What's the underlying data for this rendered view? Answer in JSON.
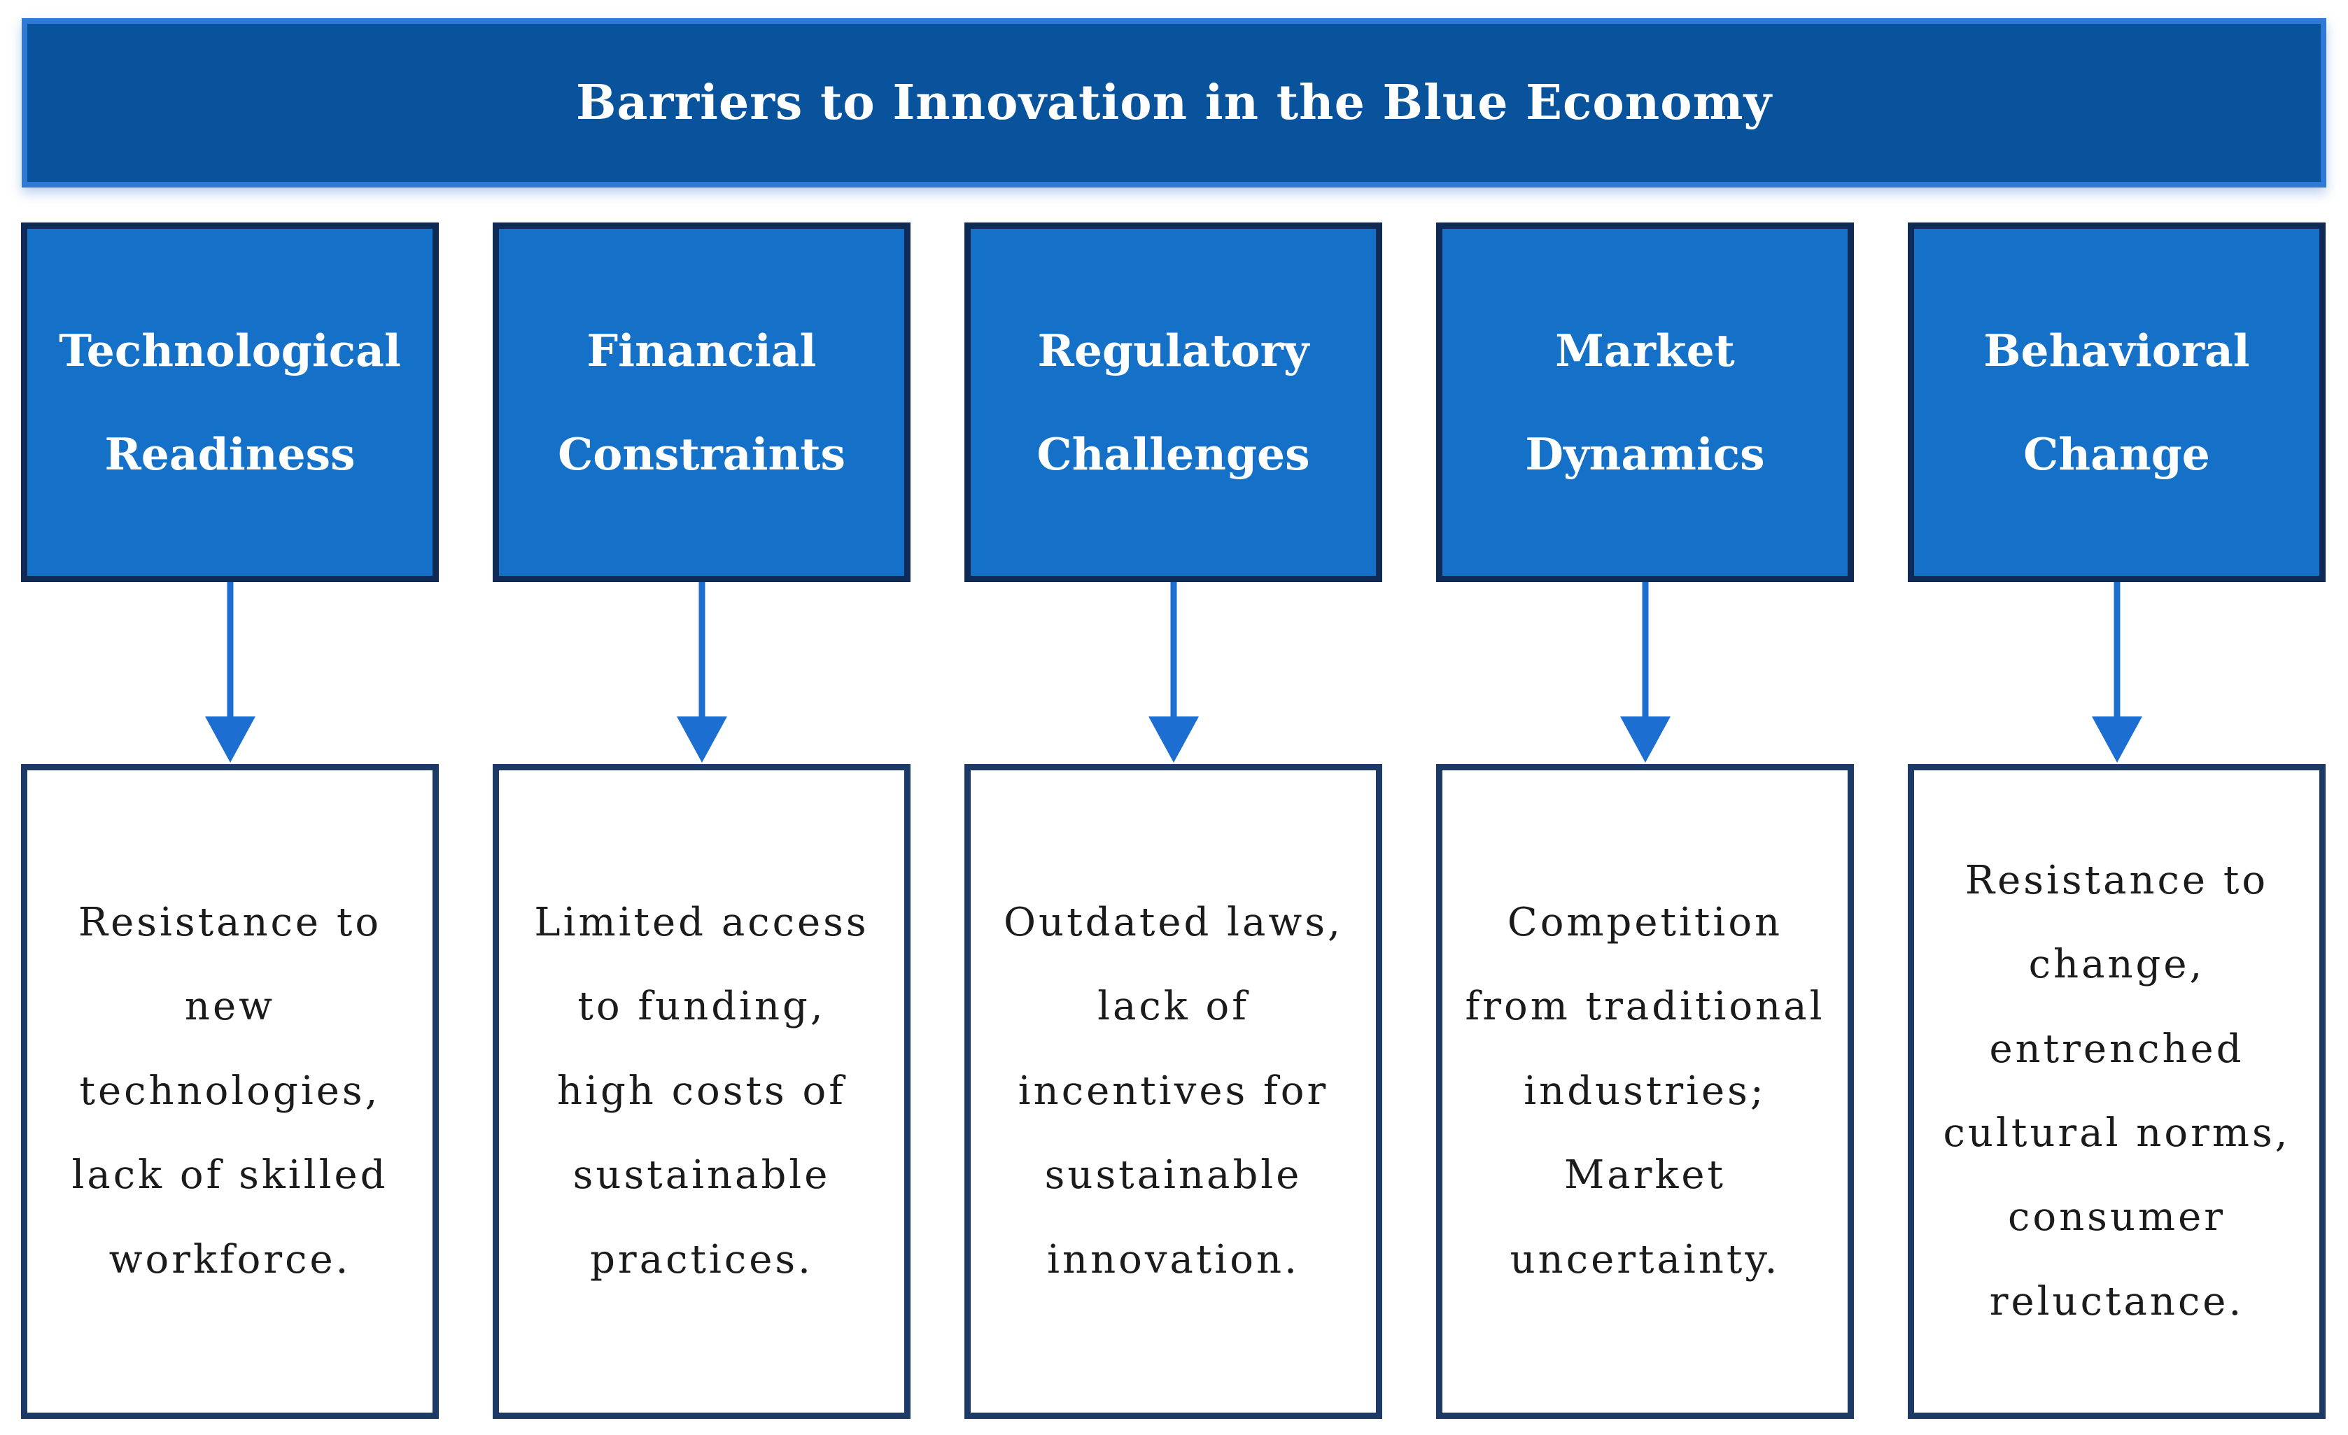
{
  "title": "Barriers to Innovation in the Blue Economy",
  "colors": {
    "banner_fill": "#09539D",
    "banner_border": "#2F79D7",
    "category_fill": "#1571C8",
    "category_border": "#0F2B55",
    "description_border": "#1D3A66",
    "arrow": "#1C6FD0",
    "title_text": "#FFFFFF",
    "description_text": "#1B1B1B"
  },
  "columns": [
    {
      "label": "Technological\nReadiness",
      "description": "Resistance to\nnew\ntechnologies,\nlack of skilled\nworkforce."
    },
    {
      "label": "Financial\nConstraints",
      "description": "Limited access\nto funding,\nhigh costs of\nsustainable\npractices."
    },
    {
      "label": "Regulatory\nChallenges",
      "description": "Outdated laws,\nlack of\nincentives for\nsustainable\ninnovation."
    },
    {
      "label": "Market\nDynamics",
      "description": "Competition\nfrom traditional\nindustries;\nMarket\nuncertainty."
    },
    {
      "label": "Behavioral\nChange",
      "description": "Resistance to\nchange,\nentrenched\ncultural norms,\nconsumer\nreluctance."
    }
  ]
}
